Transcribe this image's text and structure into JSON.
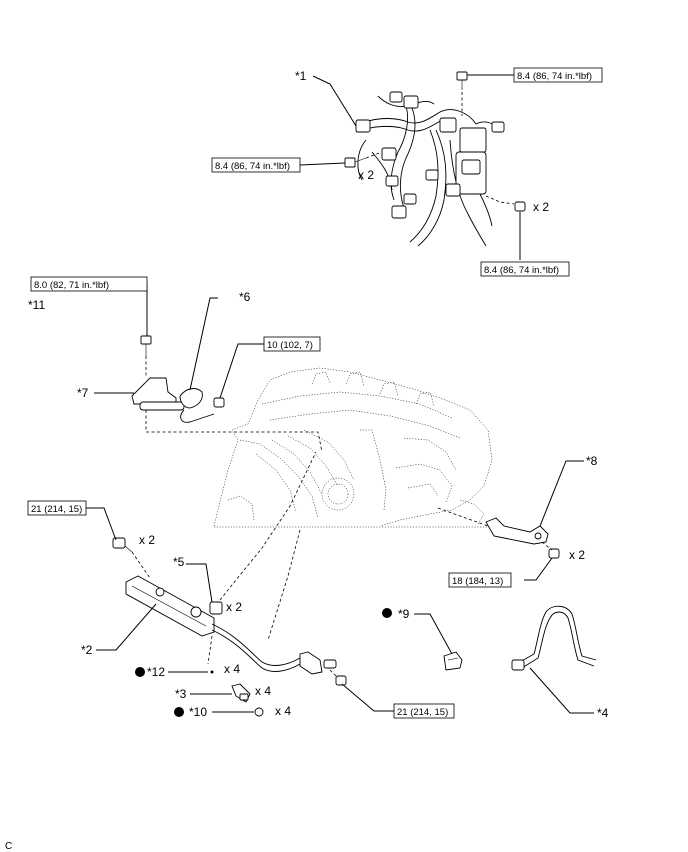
{
  "callouts": {
    "p1": "*1",
    "p2": "*2",
    "p3": "*3",
    "p4": "*4",
    "p5": "*5",
    "p6": "*6",
    "p7": "*7",
    "p8": "*8",
    "p9": "*9",
    "p10": "*10",
    "p11": "*11",
    "p12": "*12"
  },
  "torque": {
    "harness_top": "8.4 (86, 74 in.*lbf)",
    "harness_left": "8.4 (86, 74 in.*lbf)",
    "harness_bottom": "8.4 (86, 74 in.*lbf)",
    "bracket_bolt": "8.0 (82, 71 in.*lbf)",
    "clamp_bolt": "10 (102, 7)",
    "rail_bolt": "21 (214, 15)",
    "rail_bracket": "18 (184, 13)",
    "fuel_pipe": "21 (214, 15)"
  },
  "quantities": {
    "harness_left": "x 2",
    "harness_bottom": "x 2",
    "rail_bolt": "x 2",
    "spacer": "x 2",
    "bracket": "x 2",
    "o_ring": "x 4",
    "injector": "x 4",
    "insulator": "x 4"
  },
  "footer": "C"
}
